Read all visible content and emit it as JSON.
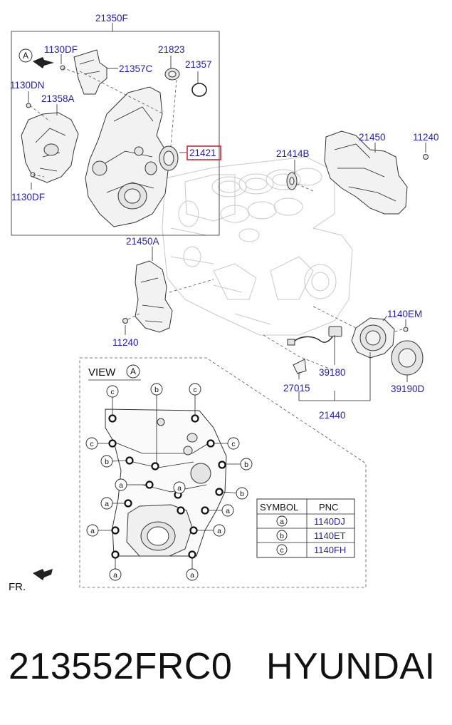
{
  "labels": {
    "assembly": "21350F",
    "view_marker": "A",
    "l_1130DF_top": "1130DF",
    "l_21357C": "21357C",
    "l_21823": "21823",
    "l_21357": "21357",
    "l_1130DN": "1130DN",
    "l_21358A": "21358A",
    "l_21421": "21421",
    "l_1130DF_bottom": "1130DF",
    "l_21414B": "21414B",
    "l_21450": "21450",
    "l_11240_right": "11240",
    "l_21450A": "21450A",
    "l_11240_left": "11240",
    "l_1140EM": "1140EM",
    "l_39180": "39180",
    "l_27015": "27015",
    "l_39190D": "39190D",
    "l_21440": "21440",
    "view_title": "VIEW",
    "front": "FR."
  },
  "callouts": {
    "a": "a",
    "b": "b",
    "c": "c"
  },
  "symbol_table": {
    "header_symbol": "SYMBOL",
    "header_pnc": "PNC",
    "rows": [
      {
        "symbol": "a",
        "pnc": "1140DJ"
      },
      {
        "symbol": "b",
        "pnc": "1140ET"
      },
      {
        "symbol": "c",
        "pnc": "1140FH"
      }
    ]
  },
  "footer": {
    "part_number": "213552FRC0",
    "brand": "HYUNDAI"
  },
  "colors": {
    "label": "#2323a0",
    "highlight": "#d0253a"
  }
}
